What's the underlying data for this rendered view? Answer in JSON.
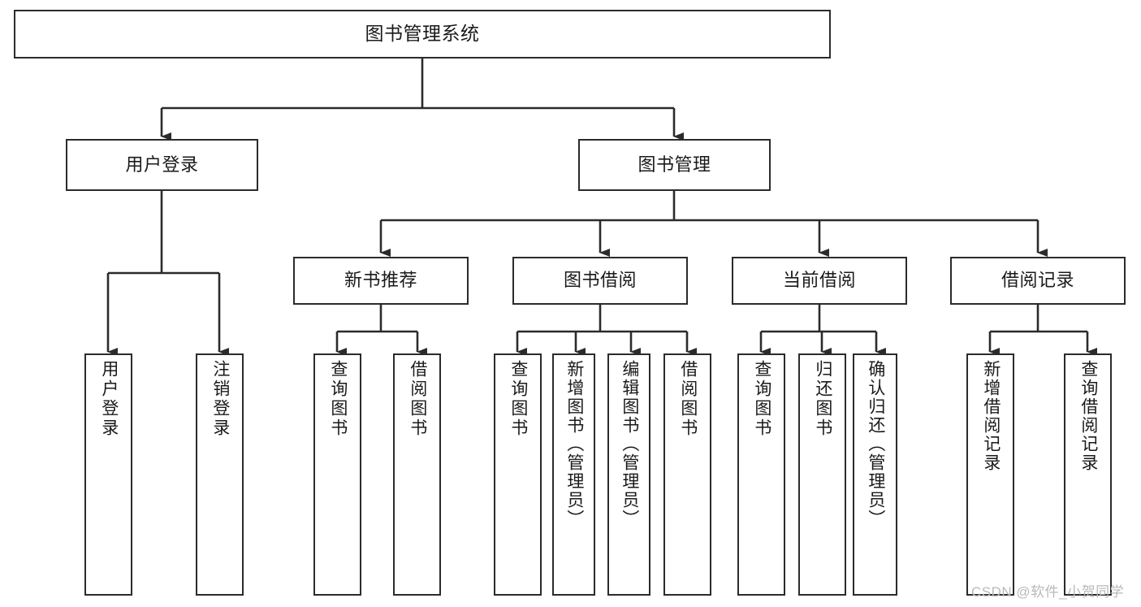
{
  "diagram": {
    "title": "图书管理系统",
    "type": "hierarchy-tree",
    "watermark": "CSDN @软件_小贺同学",
    "colors": {
      "background": "#ffffff",
      "box_border": "#2b2b2b",
      "box_fill": "#ffffff",
      "text": "#1a1a1a",
      "connector": "#2b2b2b",
      "watermark": "#b9b9b9"
    },
    "nodes": {
      "root": {
        "label": "图书管理系统"
      },
      "level1": [
        {
          "id": "user-login",
          "label": "用户登录"
        },
        {
          "id": "book-manage",
          "label": "图书管理"
        }
      ],
      "level2": [
        {
          "id": "new-book-recommend",
          "label": "新书推荐"
        },
        {
          "id": "book-borrow",
          "label": "图书借阅"
        },
        {
          "id": "current-borrow",
          "label": "当前借阅"
        },
        {
          "id": "borrow-record",
          "label": "借阅记录"
        }
      ],
      "leaves": [
        {
          "id": "leaf-user-login",
          "parent": "user-login",
          "label": "用户登录"
        },
        {
          "id": "leaf-logout",
          "parent": "user-login",
          "label": "注销登录"
        },
        {
          "id": "leaf-query-book-1",
          "parent": "new-book-recommend",
          "label": "查询图书"
        },
        {
          "id": "leaf-borrow-book-1",
          "parent": "new-book-recommend",
          "label": "借阅图书"
        },
        {
          "id": "leaf-query-book-2",
          "parent": "book-borrow",
          "label": "查询图书"
        },
        {
          "id": "leaf-add-book",
          "parent": "book-borrow",
          "label": "新增图书（管理员）"
        },
        {
          "id": "leaf-edit-book",
          "parent": "book-borrow",
          "label": "编辑图书（管理员）"
        },
        {
          "id": "leaf-borrow-book-2",
          "parent": "book-borrow",
          "label": "借阅图书"
        },
        {
          "id": "leaf-query-book-3",
          "parent": "current-borrow",
          "label": "查询图书"
        },
        {
          "id": "leaf-return-book",
          "parent": "current-borrow",
          "label": "归还图书"
        },
        {
          "id": "leaf-confirm-return",
          "parent": "current-borrow",
          "label": "确认归还（管理员）"
        },
        {
          "id": "leaf-add-record",
          "parent": "borrow-record",
          "label": "新增借阅记录"
        },
        {
          "id": "leaf-query-record",
          "parent": "borrow-record",
          "label": "查询借阅记录"
        }
      ]
    }
  }
}
